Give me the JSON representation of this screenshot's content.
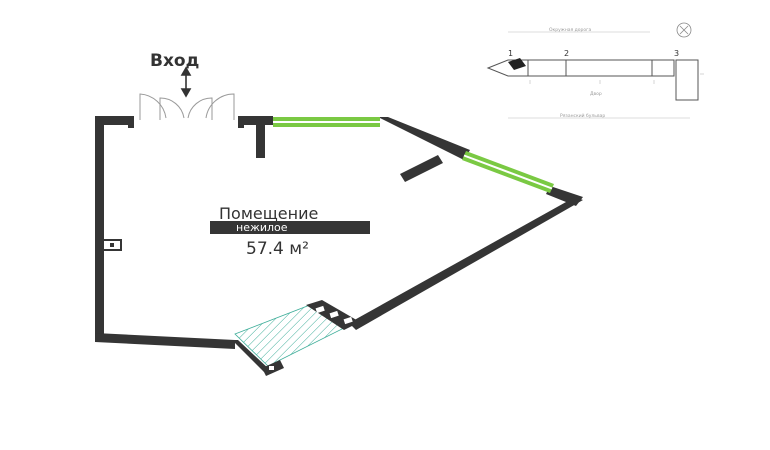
{
  "plan": {
    "entrance_label": "Вход",
    "room": {
      "name": "Помещение",
      "type": "нежилое",
      "area": "57.4 м²"
    },
    "colors": {
      "wall": "#353535",
      "window": "#7ac943",
      "hatch": "#3fae9a",
      "key_stroke": "#555555"
    }
  },
  "key_plan": {
    "markers": [
      "1",
      "2",
      "3"
    ],
    "top_road": "Окружная дорога",
    "courtyard": "Двор",
    "bottom_street": "Рязанский бульвар"
  }
}
